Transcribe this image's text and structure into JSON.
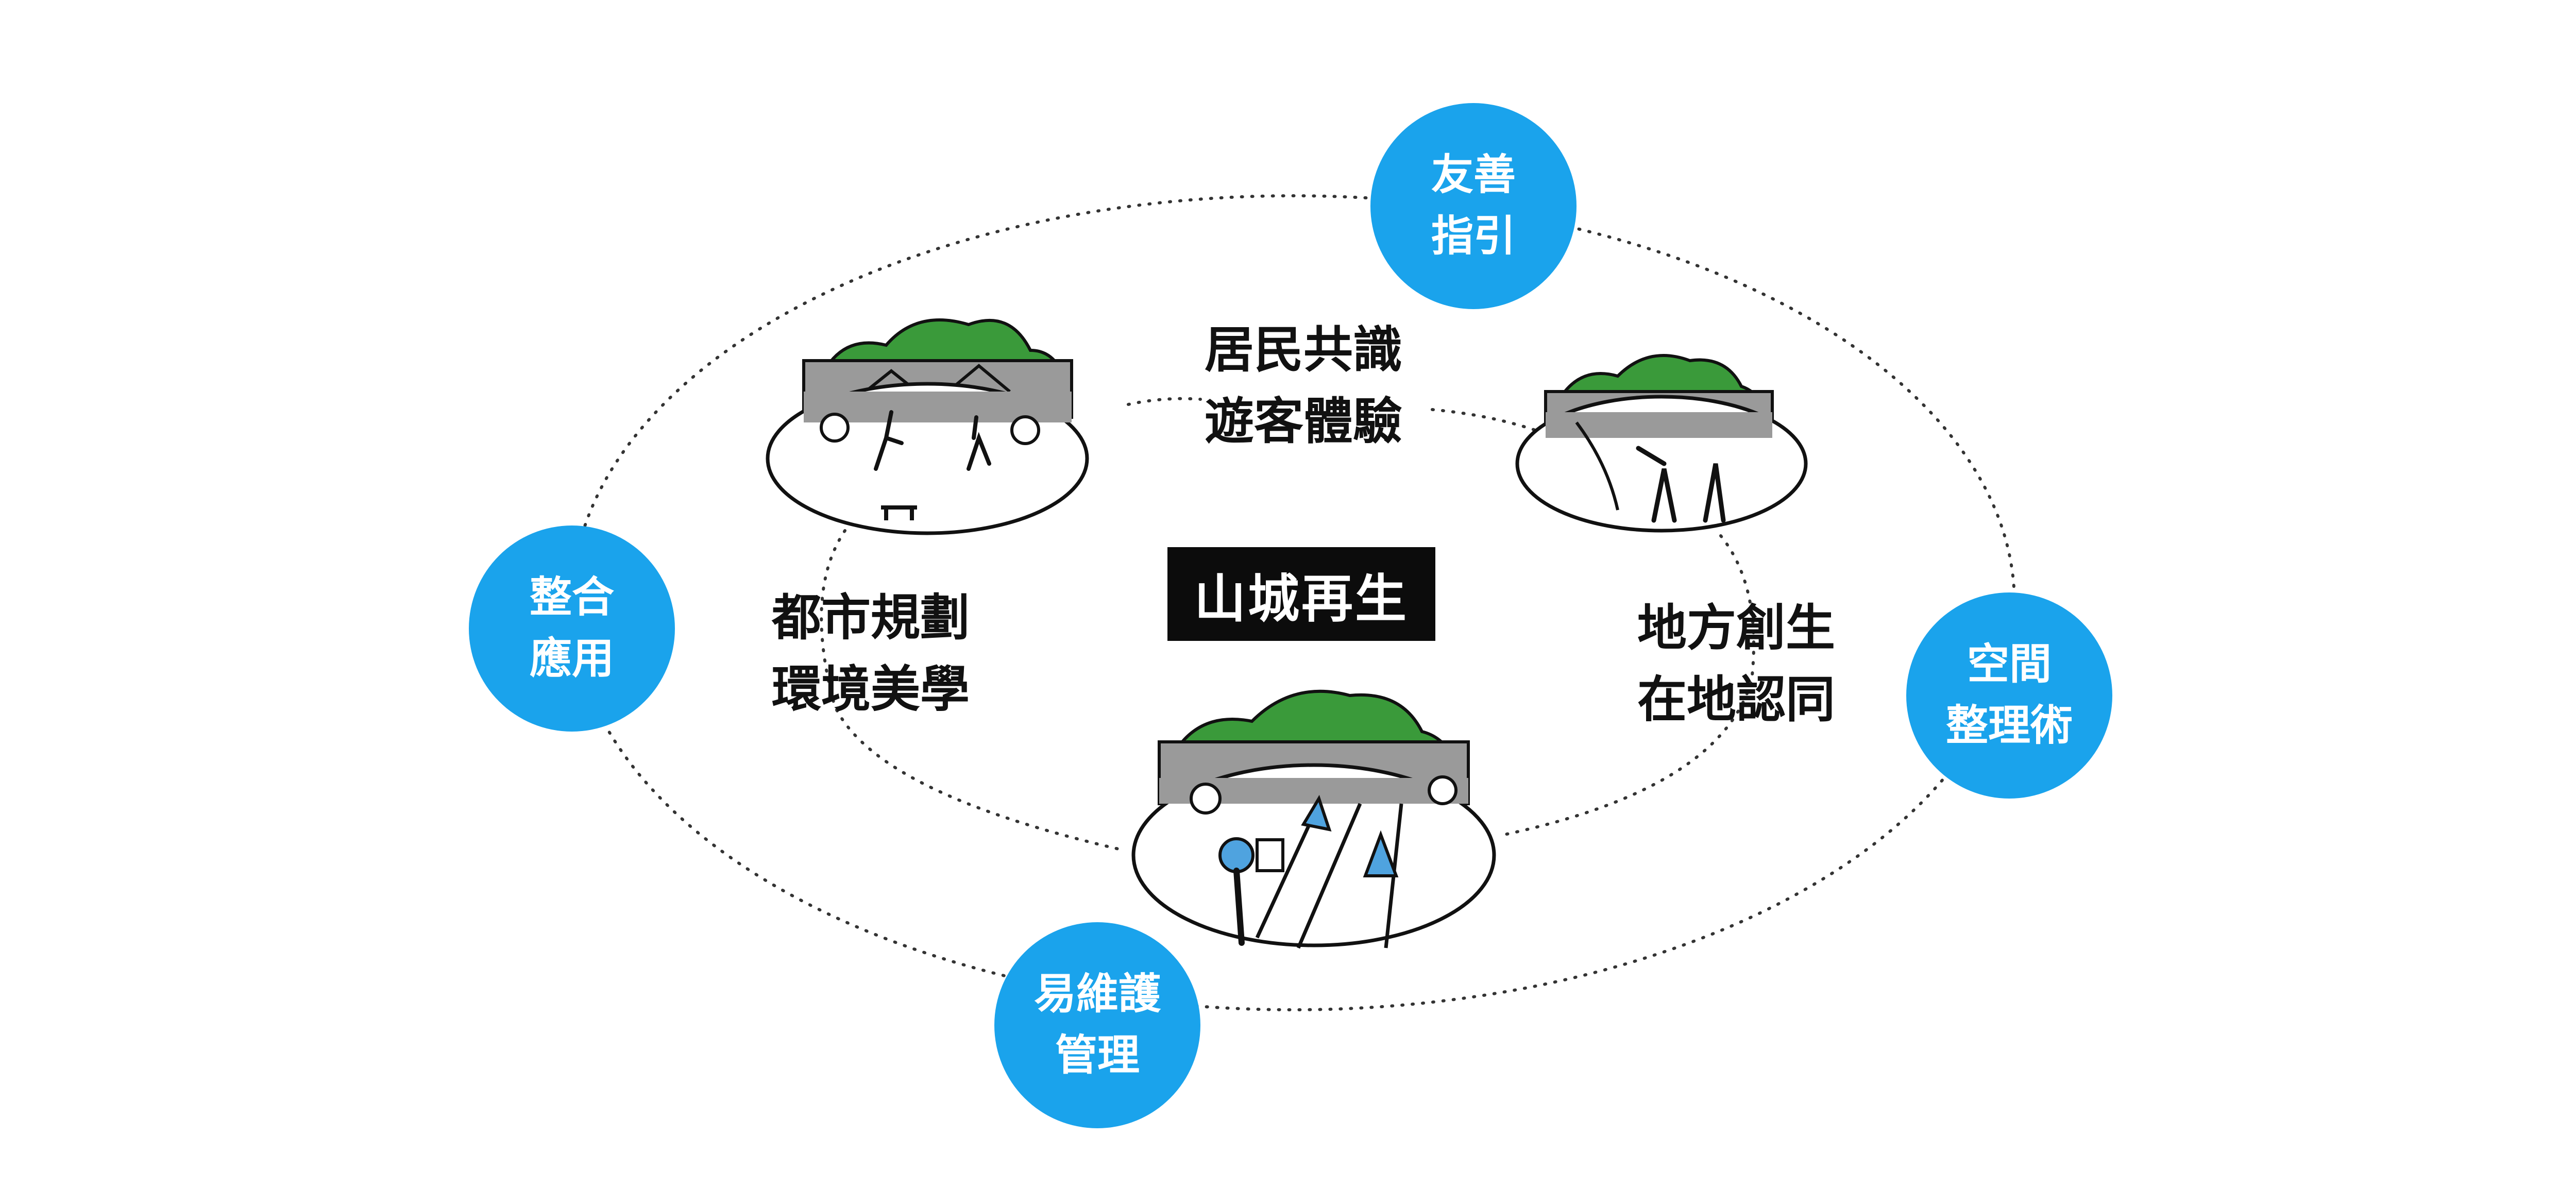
{
  "diagram": {
    "center_label": "山城再生",
    "themes": {
      "top": "居民共識\n遊客體驗",
      "left": "都市規劃\n環境美學",
      "right": "地方創生\n在地認同"
    },
    "pillars": [
      {
        "key": "friendly",
        "label": "友善\n指引"
      },
      {
        "key": "integrate",
        "label": "整合\n應用"
      },
      {
        "key": "space",
        "label": "空間\n整理術"
      },
      {
        "key": "maintain",
        "label": "易維護\n管理"
      }
    ],
    "colors": {
      "pillar_fill": "#1AA3EC",
      "center_box": "#0C0C0C",
      "hill_green": "#3A9A3A",
      "house_gray": "#9A9A9A",
      "accent_blue": "#4FA3DF",
      "line": "#333333"
    }
  }
}
